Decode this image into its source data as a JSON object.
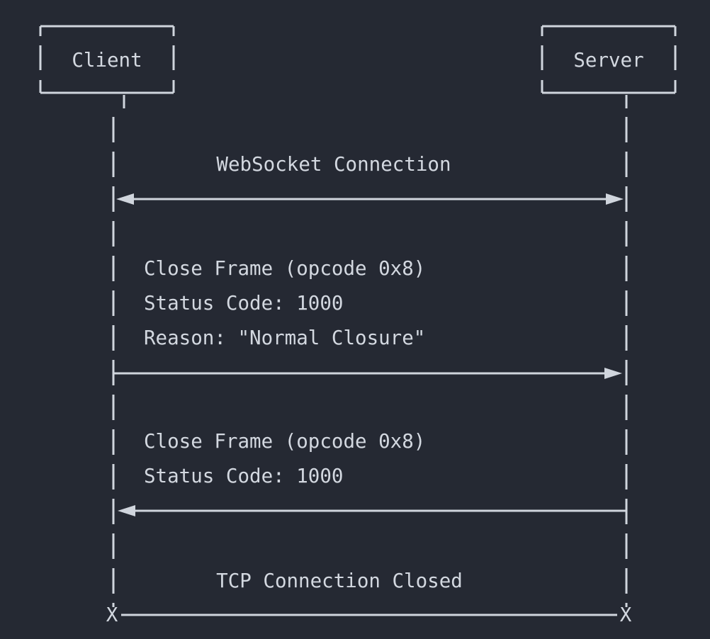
{
  "colors": {
    "background": "#252933",
    "foreground": "#d3d8e0"
  },
  "actors": {
    "client": "Client",
    "server": "Server"
  },
  "messages": {
    "websocket_connection": {
      "label": "WebSocket Connection",
      "direction": "bidirectional"
    },
    "client_close": {
      "direction": "client-to-server",
      "line1": "Close Frame (opcode 0x8)",
      "line2": "Status Code: 1000",
      "line3": "Reason: \"Normal Closure\""
    },
    "server_close": {
      "direction": "server-to-client",
      "line1": "Close Frame (opcode 0x8)",
      "line2": "Status Code: 1000"
    },
    "tcp_closed": {
      "label": "TCP Connection Closed",
      "terminator": "X"
    }
  }
}
